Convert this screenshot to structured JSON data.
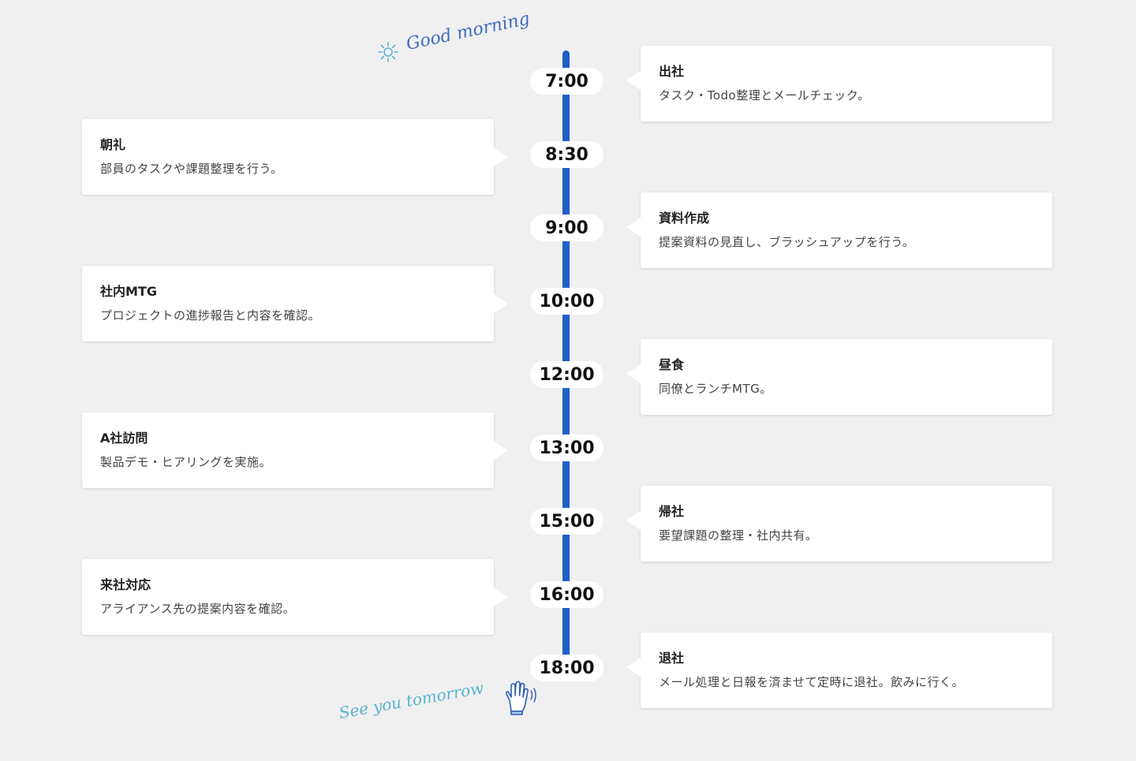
{
  "decorations": {
    "morning_text": "Good morning",
    "morning_icon": "sun-icon",
    "tomorrow_text": "See you tomorrow",
    "tomorrow_icon": "waving-hand-icon"
  },
  "colors": {
    "axis": "#1f5fc8",
    "background": "#f0f0f0",
    "card": "#ffffff",
    "morning_text": "#3d6cc0",
    "tomorrow_text": "#5ab4d0"
  },
  "schedule": [
    {
      "time": "7:00",
      "side": "right",
      "title": "出社",
      "description": "タスク・Todo整理とメールチェック。"
    },
    {
      "time": "8:30",
      "side": "left",
      "title": "朝礼",
      "description": "部員のタスクや課題整理を行う。"
    },
    {
      "time": "9:00",
      "side": "right",
      "title": "資料作成",
      "description": "提案資料の見直し、ブラッシュアップを行う。"
    },
    {
      "time": "10:00",
      "side": "left",
      "title": "社内MTG",
      "description": "プロジェクトの進捗報告と内容を確認。"
    },
    {
      "time": "12:00",
      "side": "right",
      "title": "昼食",
      "description": "同僚とランチMTG。"
    },
    {
      "time": "13:00",
      "side": "left",
      "title": "A社訪問",
      "description": "製品デモ・ヒアリングを実施。"
    },
    {
      "time": "15:00",
      "side": "right",
      "title": "帰社",
      "description": "要望課題の整理・社内共有。"
    },
    {
      "time": "16:00",
      "side": "left",
      "title": "来社対応",
      "description": "アライアンス先の提案内容を確認。"
    },
    {
      "time": "18:00",
      "side": "right",
      "title": "退社",
      "description": "メール処理と日報を済ませて定時に退社。飲みに行く。"
    }
  ]
}
